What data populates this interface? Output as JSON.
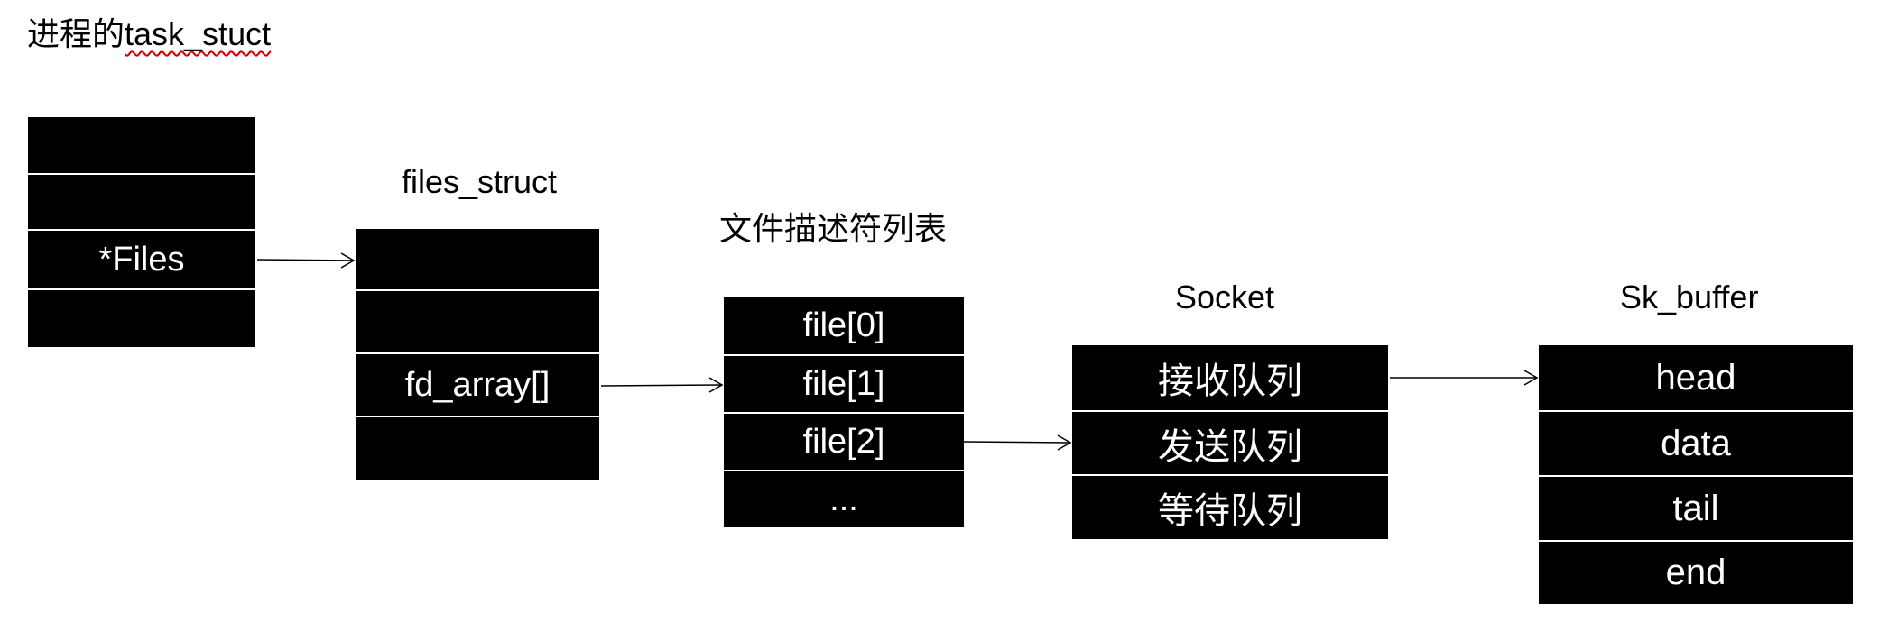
{
  "title": {
    "prefix": "进程的",
    "underlined": "task_stuct"
  },
  "structs": {
    "task": {
      "label": "",
      "cells": [
        "",
        "",
        "*Files",
        ""
      ]
    },
    "files_struct": {
      "label": "files_struct",
      "cells": [
        "",
        "",
        "fd_array[]",
        ""
      ]
    },
    "fd_list": {
      "label": "文件描述符列表",
      "cells": [
        "file[0]",
        "file[1]",
        "file[2]",
        "..."
      ]
    },
    "socket": {
      "label": "Socket",
      "cells": [
        "接收队列",
        "发送队列",
        "等待队列"
      ]
    },
    "sk_buffer": {
      "label": "Sk_buffer",
      "cells": [
        "head",
        "data",
        "tail",
        "end"
      ]
    }
  },
  "colors": {
    "box_fill": "#000000",
    "box_text": "#ffffff",
    "arrow": "#000000",
    "spell_underline": "#d00000"
  }
}
